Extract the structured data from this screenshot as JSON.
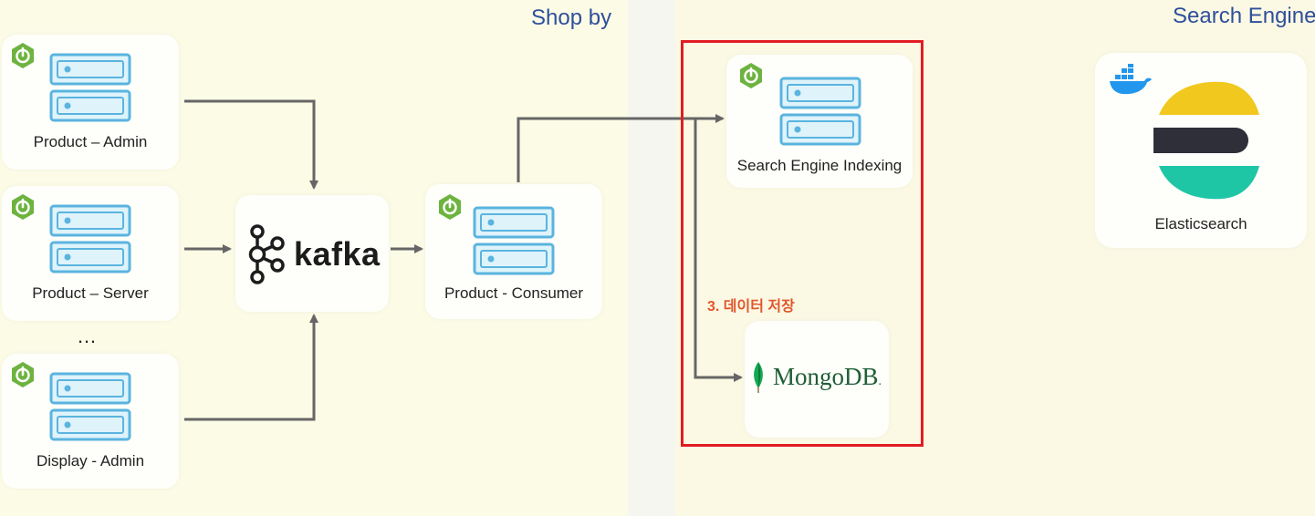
{
  "sections": {
    "left_title": "Shop by",
    "right_title": "Search Engine"
  },
  "nodes": {
    "product_admin": "Product – Admin",
    "product_server": "Product – Server",
    "ellipsis": "…",
    "display_admin": "Display - Admin",
    "kafka": "kafka",
    "product_consumer": "Product - Consumer",
    "search_indexing": "Search Engine Indexing",
    "mongodb": "MongoDB",
    "mongodb_suffix": ".",
    "elasticsearch": "Elasticsearch"
  },
  "annotation": {
    "step_label": "3. 데이터 저장"
  },
  "icons": {
    "spring": "spring-boot-icon",
    "server": "server-icon",
    "kafka": "kafka-logo-icon",
    "docker": "docker-icon",
    "elastic": "elasticsearch-logo-icon",
    "mongo": "mongodb-leaf-icon"
  },
  "colors": {
    "title": "#2f4f9b",
    "highlight_box": "#e11d24",
    "step_label": "#e2552a",
    "spring_green": "#6db33f",
    "server_blue": "#5ab4df",
    "arrow": "#666666"
  }
}
